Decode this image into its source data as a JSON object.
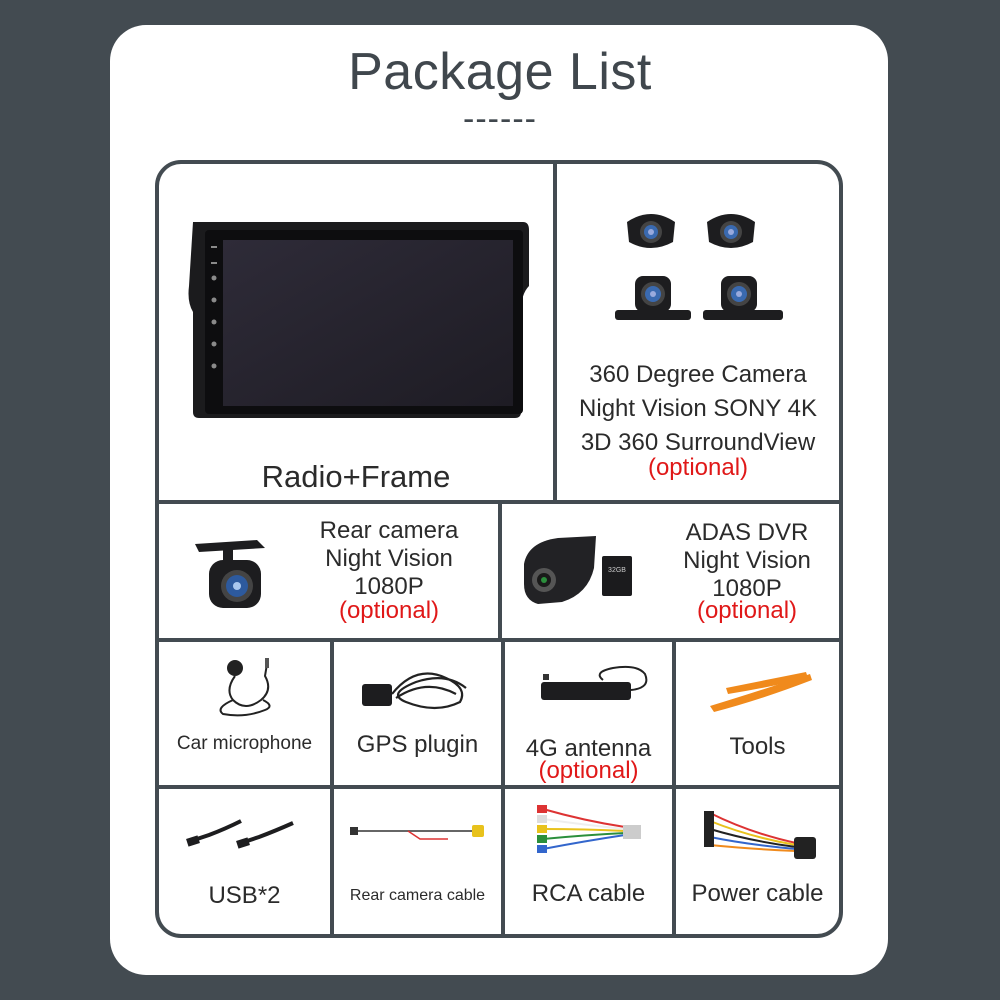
{
  "title": "Package List",
  "divider": "------",
  "items": {
    "radio": {
      "label": "Radio+Frame"
    },
    "camera360": {
      "line1": "360 Degree Camera",
      "line2": "Night Vision SONY 4K",
      "line3": "3D 360 SurroundView",
      "optional": "(optional)"
    },
    "rear_camera": {
      "line1": "Rear camera",
      "line2": "Night Vision",
      "line3": "1080P",
      "optional": "(optional)"
    },
    "adas": {
      "line1": "ADAS DVR",
      "line2": "Night Vision",
      "line3": "1080P",
      "optional": "(optional)",
      "sd_text": "32GB"
    },
    "microphone": {
      "label": "Car microphone"
    },
    "gps": {
      "label": "GPS plugin"
    },
    "antenna": {
      "label": "4G antenna",
      "optional": "(optional)"
    },
    "tools": {
      "label": "Tools"
    },
    "usb": {
      "label": "USB*2"
    },
    "rear_cable": {
      "label": "Rear camera cable"
    },
    "rca": {
      "label": "RCA cable"
    },
    "power": {
      "label": "Power cable"
    }
  },
  "colors": {
    "background": "#434b51",
    "card": "#ffffff",
    "optional": "#e01818",
    "tools": "#f08a1c"
  }
}
